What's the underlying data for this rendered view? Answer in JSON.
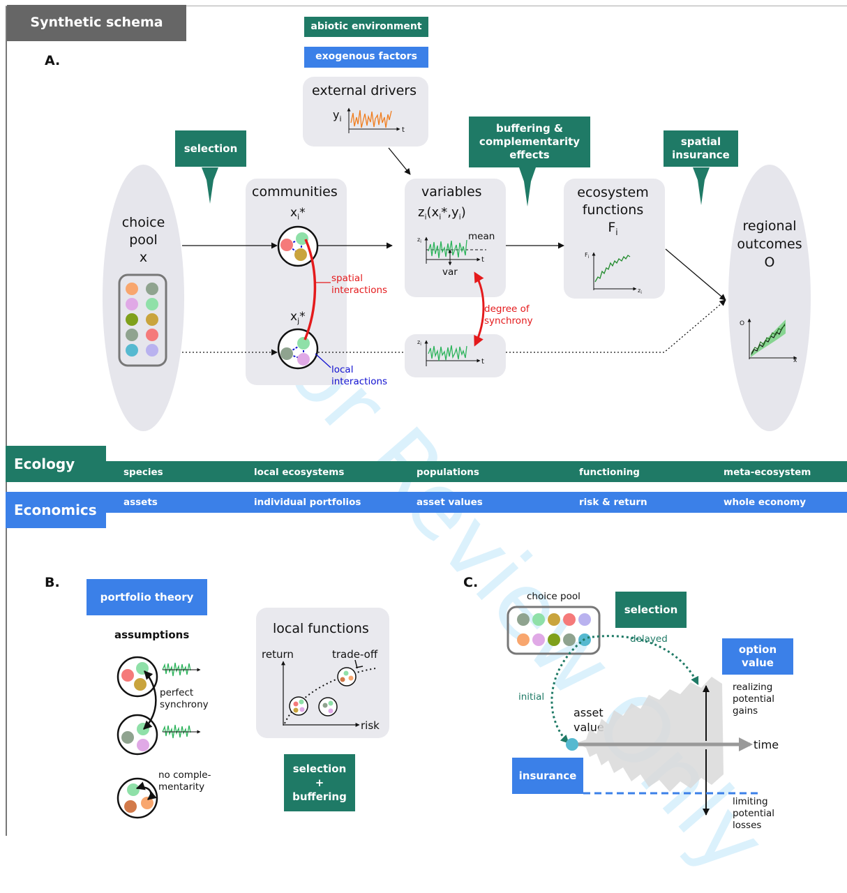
{
  "header": {
    "title": "Synthetic schema"
  },
  "panelA": {
    "label": "A.",
    "tags": {
      "abiotic": "abiotic environment",
      "exogenous": "exogenous factors",
      "selection": "selection",
      "buffering_1": "buffering &",
      "buffering_2": "complementarity",
      "buffering_3": "effects",
      "spatial_1": "spatial",
      "spatial_2": "insurance"
    },
    "external_drivers": {
      "title": "external drivers",
      "y": "y",
      "y_sub": "i",
      "t": "t"
    },
    "choice_pool": {
      "line1": "choice",
      "line2": "pool",
      "line3": "x"
    },
    "communities": {
      "title": "communities",
      "xi": "x",
      "xi_sub": "i",
      "xi_sup": "*",
      "xj": "x",
      "xj_sub": "j",
      "xj_sup": "*"
    },
    "spatial_interactions_1": "spatial",
    "spatial_interactions_2": "interactions",
    "local_interactions_1": "local",
    "local_interactions_2": "interactions",
    "variables": {
      "title": "variables",
      "formula": "z",
      "formula_sub": "i",
      "formula_rest": "(x",
      "formula_rest_sub": "i",
      "formula_rest2": "*,y",
      "formula_rest2_sub": "i",
      "formula_end": ")",
      "mean": "mean",
      "var": "var",
      "z": "z",
      "z_sub": "i",
      "t": "t"
    },
    "degree_synchrony_1": "degree of",
    "degree_synchrony_2": "synchrony",
    "ecosystem": {
      "line1": "ecosystem",
      "line2": "functions",
      "F": "F",
      "F_sub": "i",
      "axis_y": "F",
      "axis_y_sub": "i",
      "axis_x": "z",
      "axis_x_sub": "i"
    },
    "regional": {
      "line1": "regional",
      "line2": "outcomes",
      "line3": "O",
      "axis_y": "O",
      "axis_x": "x"
    }
  },
  "bands": {
    "ecology": {
      "label": "Ecology",
      "items": [
        "species",
        "local ecosystems",
        "populations",
        "functioning",
        "meta-ecosystem"
      ]
    },
    "economics": {
      "label": "Economics",
      "items": [
        "assets",
        "individual portfolios",
        "asset values",
        "risk & return",
        "whole economy"
      ]
    }
  },
  "panelB": {
    "label": "B.",
    "portfolio_theory": "portfolio theory",
    "assumptions": "assumptions",
    "perfect_1": "perfect",
    "perfect_2": "synchrony",
    "nocomp_1": "no comple-",
    "nocomp_2": "mentarity",
    "local_functions": "local functions",
    "return": "return",
    "tradeoff": "trade-off",
    "risk": "risk",
    "selbuf_1": "selection",
    "selbuf_2": "+",
    "selbuf_3": "buffering"
  },
  "panelC": {
    "label": "C.",
    "choice_pool": "choice pool",
    "selection": "selection",
    "delayed": "delayed",
    "initial": "initial",
    "option_1": "option",
    "option_2": "value",
    "realizing_1": "realizing",
    "realizing_2": "potential",
    "realizing_3": "gains",
    "asset_1": "asset",
    "asset_2": "value",
    "time": "time",
    "insurance": "insurance",
    "limiting_1": "limiting",
    "limiting_2": "potential",
    "limiting_3": "losses"
  },
  "watermark": "For Review Only",
  "colors": {
    "green": "#1f7a66",
    "blue": "#3b80e8",
    "header_grey": "#666666",
    "panel_grey": "#e9e9ee",
    "red": "#e41a1c",
    "navy": "#1010d0",
    "ts_green": "#2bb35a",
    "ts_orange": "#f07d1e"
  }
}
